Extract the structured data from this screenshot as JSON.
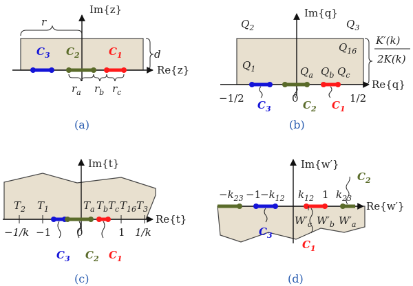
{
  "colors": {
    "c1": "#ff1a1a",
    "c2": "#5a6b2a",
    "c3": "#1414d8",
    "region": "#e8e0cf",
    "caption": "#2a5db0"
  },
  "panel_a": {
    "caption": "(a)",
    "re_label": "Re{z}",
    "im_label": "Im{z}",
    "r": "r",
    "d": "d",
    "ra": "r",
    "ra_sub": "a",
    "rb": "r",
    "rb_sub": "b",
    "rc": "r",
    "rc_sub": "c",
    "c1": "C",
    "c1_sub": "1",
    "c2": "C",
    "c2_sub": "2",
    "c3": "C",
    "c3_sub": "3"
  },
  "panel_b": {
    "caption": "(b)",
    "re_label": "Re{q}",
    "im_label": "Im{q}",
    "q1": "Q",
    "q1_sub": "1",
    "q2": "Q",
    "q2_sub": "2",
    "q3": "Q",
    "q3_sub": "3",
    "q16": "Q",
    "q16_sub": "16",
    "qa": "Q",
    "qa_sub": "a",
    "qb": "Q",
    "qb_sub": "b",
    "qc": "Q",
    "qc_sub": "c",
    "ratio_num": "K′(k)",
    "ratio_den": "2K(k)",
    "tick_neg": "−1/2",
    "tick_zero": "0",
    "tick_pos": "1/2",
    "c1": "C",
    "c1_sub": "1",
    "c2": "C",
    "c2_sub": "2",
    "c3": "C",
    "c3_sub": "3"
  },
  "panel_c": {
    "caption": "(c)",
    "re_label": "Re{t}",
    "im_label": "Im{t}",
    "t2": "T",
    "t2_sub": "2",
    "t1": "T",
    "t1_sub": "1",
    "ta": "T",
    "ta_sub": "a",
    "tb": "T",
    "tb_sub": "b",
    "tc": "T",
    "tc_sub": "c",
    "t16": "T",
    "t16_sub": "16",
    "t3": "T",
    "t3_sub": "3",
    "tick_neg_inv_k": "−1/k",
    "tick_neg_one": "−1",
    "tick_zero": "0",
    "tick_one": "1",
    "tick_inv_k": "1/k",
    "c1": "C",
    "c1_sub": "1",
    "c2": "C",
    "c2_sub": "2",
    "c3": "C",
    "c3_sub": "3"
  },
  "panel_d": {
    "caption": "(d)",
    "re_label": "Re{w′}",
    "im_label": "Im{w′}",
    "neg_k23": "−k",
    "neg_k23_sub": "23",
    "neg_one": "−1",
    "neg_k12": "−k",
    "neg_k12_sub": "12",
    "k12": "k",
    "k12_sub": "12",
    "one": "1",
    "k23": "k",
    "k23_sub": "23",
    "wc": "W′",
    "wc_sub": "c",
    "wb": "W′",
    "wb_sub": "b",
    "wa": "W′",
    "wa_sub": "a",
    "c1": "C",
    "c1_sub": "1",
    "c2": "C",
    "c2_sub": "2",
    "c3": "C",
    "c3_sub": "3"
  }
}
